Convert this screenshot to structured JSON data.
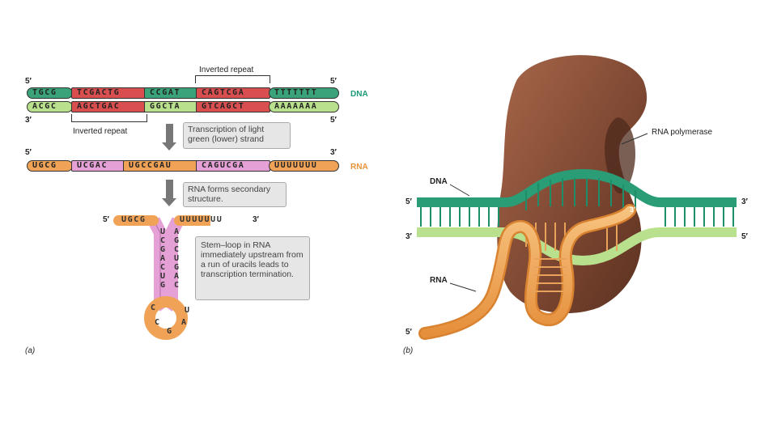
{
  "panel_a": {
    "label": "(a)",
    "inverted_repeat_top": "Inverted repeat",
    "inverted_repeat_bottom": "Inverted repeat",
    "dna_label": "DNA",
    "rna_label": "RNA",
    "dna_top": {
      "five": "5′",
      "three": "5′",
      "segments": [
        "TGCG",
        "TCGACTG",
        "CCGAT",
        "CAGTCGA",
        "TTTTTTT"
      ]
    },
    "dna_bottom": {
      "three": "3′",
      "five": "5′",
      "segments": [
        "ACGC",
        "AGCTGAC",
        "GGCTA",
        "GTCAGCT",
        "AAAAAAA"
      ]
    },
    "rna": {
      "five": "5′",
      "three": "3′",
      "segments": [
        "UGCG",
        "UCGAC",
        "UGCCGAU",
        "CAGUCGA",
        "UUUUUUU"
      ]
    },
    "step1": "Transcription of light green (lower) strand",
    "step2": "RNA forms secondary structure.",
    "step3": "Stem–loop in RNA immediately upstream from a run of uracils leads to transcription termination.",
    "stemloop": {
      "five": "5′",
      "three": "3′",
      "left_end": "UGCG",
      "right_end": "UUUUUUU",
      "left_stem": [
        "U",
        "C",
        "G",
        "A",
        "C",
        "U",
        "G"
      ],
      "right_stem": [
        "A",
        "G",
        "C",
        "U",
        "G",
        "A",
        "C"
      ],
      "loop": [
        "C",
        "C",
        "G",
        "A",
        "U"
      ]
    }
  },
  "panel_b": {
    "label": "(b)",
    "rna_polymerase": "RNA polymerase",
    "dna_label": "DNA",
    "rna_label": "RNA",
    "five_top": "5′",
    "three_top": "3′",
    "three_left": "3′",
    "five_right": "5′",
    "rna_three": "3′",
    "rna_five": "5′"
  }
}
